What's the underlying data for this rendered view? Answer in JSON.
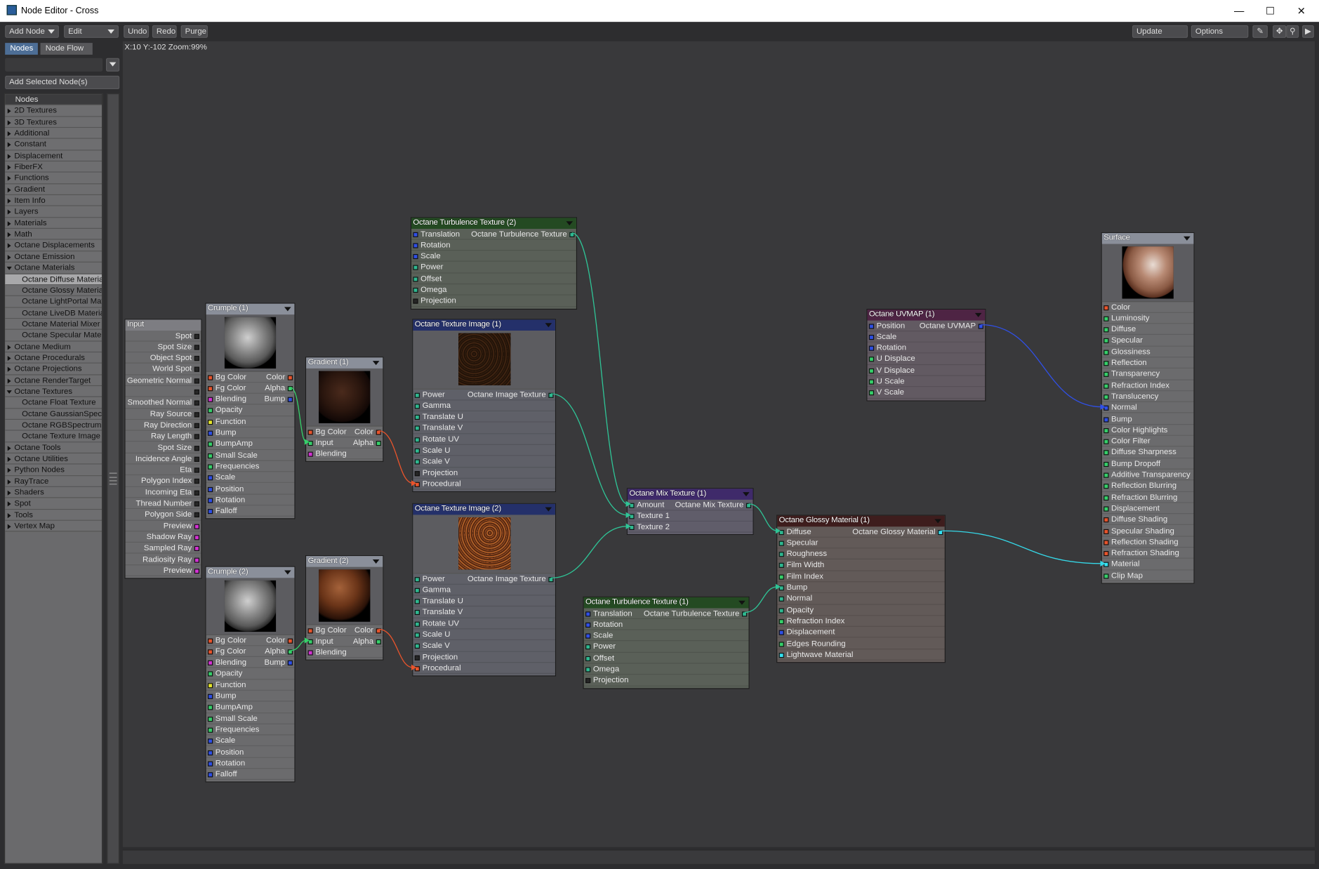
{
  "window": {
    "title": "Node Editor - Cross",
    "controls": [
      "minimize",
      "maximize",
      "close"
    ]
  },
  "toolbar": {
    "add_node": "Add Node",
    "edit": "Edit",
    "undo": "Undo",
    "redo": "Redo",
    "purge": "Purge",
    "update": "Update",
    "options": "Options"
  },
  "tabs": {
    "nodes": "Nodes",
    "node_flow": "Node Flow"
  },
  "sidebar": {
    "search_value": "",
    "add_selected": "Add Selected Node(s)",
    "header": "Nodes",
    "items": [
      {
        "label": "2D Textures",
        "type": "cat"
      },
      {
        "label": "3D Textures",
        "type": "cat"
      },
      {
        "label": "Additional",
        "type": "cat"
      },
      {
        "label": "Constant",
        "type": "cat"
      },
      {
        "label": "Displacement",
        "type": "cat"
      },
      {
        "label": "FiberFX",
        "type": "cat"
      },
      {
        "label": "Functions",
        "type": "cat"
      },
      {
        "label": "Gradient",
        "type": "cat"
      },
      {
        "label": "Item Info",
        "type": "cat"
      },
      {
        "label": "Layers",
        "type": "cat"
      },
      {
        "label": "Materials",
        "type": "cat"
      },
      {
        "label": "Math",
        "type": "cat"
      },
      {
        "label": "Octane Displacements",
        "type": "cat"
      },
      {
        "label": "Octane Emission",
        "type": "cat"
      },
      {
        "label": "Octane Materials",
        "type": "open"
      },
      {
        "label": "Octane Diffuse Material",
        "type": "sub",
        "selected": true
      },
      {
        "label": "Octane Glossy Material",
        "type": "sub"
      },
      {
        "label": "Octane LightPortal Material",
        "type": "sub"
      },
      {
        "label": "Octane LiveDB Material",
        "type": "sub"
      },
      {
        "label": "Octane Material Mixer",
        "type": "sub"
      },
      {
        "label": "Octane Specular Material",
        "type": "sub"
      },
      {
        "label": "Octane Medium",
        "type": "cat"
      },
      {
        "label": "Octane Procedurals",
        "type": "cat"
      },
      {
        "label": "Octane Projections",
        "type": "cat"
      },
      {
        "label": "Octane RenderTarget",
        "type": "cat"
      },
      {
        "label": "Octane Textures",
        "type": "open"
      },
      {
        "label": "Octane Float Texture",
        "type": "sub"
      },
      {
        "label": "Octane GaussianSpectrum Texture",
        "type": "sub"
      },
      {
        "label": "Octane RGBSpectrum Texture",
        "type": "sub"
      },
      {
        "label": "Octane Texture Image",
        "type": "sub"
      },
      {
        "label": "Octane Tools",
        "type": "cat"
      },
      {
        "label": "Octane Utilities",
        "type": "cat"
      },
      {
        "label": "Python Nodes",
        "type": "cat"
      },
      {
        "label": "RayTrace",
        "type": "cat"
      },
      {
        "label": "Shaders",
        "type": "cat"
      },
      {
        "label": "Spot",
        "type": "cat"
      },
      {
        "label": "Tools",
        "type": "cat"
      },
      {
        "label": "Vertex Map",
        "type": "cat"
      }
    ]
  },
  "status": {
    "coords": "X:10 Y:-102 Zoom:99%"
  },
  "port_colors": {
    "r": "#e8542c",
    "g": "#36d06a",
    "b": "#2f4fe6",
    "m": "#d431d4",
    "y": "#e6e62c",
    "t": "#2fb890",
    "d": "#262626",
    "c": "#35e2f2"
  },
  "nodes": [
    {
      "id": "input",
      "title": "Input",
      "header": "#7d7d82",
      "body": "#6b6b6d",
      "preview": "none",
      "inputs": [],
      "outputs": [
        {
          "label": "Spot",
          "c": "d"
        },
        {
          "label": "Spot Size",
          "c": "d"
        },
        {
          "label": "Object Spot",
          "c": "d"
        },
        {
          "label": "World Spot",
          "c": "d"
        },
        {
          "label": "Geometric Normal",
          "c": "d"
        },
        {
          "label": "",
          "c": "d"
        },
        {
          "label": "Smoothed Normal",
          "c": "d"
        },
        {
          "label": "Ray Source",
          "c": "d"
        },
        {
          "label": "Ray Direction",
          "c": "d"
        },
        {
          "label": "Ray Length",
          "c": "d"
        },
        {
          "label": "Spot Size",
          "c": "d"
        },
        {
          "label": "Incidence Angle",
          "c": "d"
        },
        {
          "label": "Eta",
          "c": "d"
        },
        {
          "label": "Polygon Index",
          "c": "d"
        },
        {
          "label": "Incoming Eta",
          "c": "d"
        },
        {
          "label": "Thread Number",
          "c": "d"
        },
        {
          "label": "Polygon Side",
          "c": "d"
        },
        {
          "label": "Preview",
          "c": "m"
        },
        {
          "label": "Shadow Ray",
          "c": "m"
        },
        {
          "label": "Sampled Ray",
          "c": "m"
        },
        {
          "label": "Radiosity Ray",
          "c": "m"
        },
        {
          "label": "Preview",
          "c": "m"
        }
      ]
    },
    {
      "id": "crumple1",
      "title": "Crumple (1)",
      "header": "#8a8f9a",
      "body": "#6b6b6d",
      "preview": "sphere-gray",
      "inputs": [
        {
          "label": "Bg Color",
          "c": "r"
        },
        {
          "label": "Fg Color",
          "c": "r"
        },
        {
          "label": "Blending",
          "c": "m"
        },
        {
          "label": "Opacity",
          "c": "g"
        },
        {
          "label": "Function",
          "c": "y"
        },
        {
          "label": "Bump",
          "c": "b"
        },
        {
          "label": "BumpAmp",
          "c": "g"
        },
        {
          "label": "Small Scale",
          "c": "g"
        },
        {
          "label": "Frequencies",
          "c": "g"
        },
        {
          "label": "Scale",
          "c": "b"
        },
        {
          "label": "Position",
          "c": "b"
        },
        {
          "label": "Rotation",
          "c": "b"
        },
        {
          "label": "Falloff",
          "c": "b"
        }
      ],
      "outputs": [
        {
          "label": "Color",
          "c": "r"
        },
        {
          "label": "Alpha",
          "c": "g"
        },
        {
          "label": "Bump",
          "c": "b"
        }
      ]
    },
    {
      "id": "crumple2",
      "title": "Crumple (2)",
      "header": "#8a8f9a",
      "body": "#6b6b6d",
      "preview": "sphere-gray",
      "inputs": [
        {
          "label": "Bg Color",
          "c": "r"
        },
        {
          "label": "Fg Color",
          "c": "r"
        },
        {
          "label": "Blending",
          "c": "m"
        },
        {
          "label": "Opacity",
          "c": "g"
        },
        {
          "label": "Function",
          "c": "y"
        },
        {
          "label": "Bump",
          "c": "b"
        },
        {
          "label": "BumpAmp",
          "c": "g"
        },
        {
          "label": "Small Scale",
          "c": "g"
        },
        {
          "label": "Frequencies",
          "c": "g"
        },
        {
          "label": "Scale",
          "c": "b"
        },
        {
          "label": "Position",
          "c": "b"
        },
        {
          "label": "Rotation",
          "c": "b"
        },
        {
          "label": "Falloff",
          "c": "b"
        }
      ],
      "outputs": [
        {
          "label": "Color",
          "c": "r"
        },
        {
          "label": "Alpha",
          "c": "g"
        },
        {
          "label": "Bump",
          "c": "b"
        }
      ]
    },
    {
      "id": "gradient1",
      "title": "Gradient (1)",
      "header": "#8a8f9a",
      "body": "#6b6b6d",
      "preview": "sphere-dark",
      "inputs": [
        {
          "label": "Bg Color",
          "c": "r"
        },
        {
          "label": "Input",
          "c": "g"
        },
        {
          "label": "Blending",
          "c": "m"
        }
      ],
      "outputs": [
        {
          "label": "Color",
          "c": "r"
        },
        {
          "label": "Alpha",
          "c": "g"
        }
      ]
    },
    {
      "id": "gradient2",
      "title": "Gradient (2)",
      "header": "#8a8f9a",
      "body": "#6b6b6d",
      "preview": "sphere-brown",
      "inputs": [
        {
          "label": "Bg Color",
          "c": "r"
        },
        {
          "label": "Input",
          "c": "g"
        },
        {
          "label": "Blending",
          "c": "m"
        }
      ],
      "outputs": [
        {
          "label": "Color",
          "c": "r"
        },
        {
          "label": "Alpha",
          "c": "g"
        }
      ]
    },
    {
      "id": "turb2",
      "title": "Octane Turbulence Texture (2)",
      "header": "#244a22",
      "body": "#5a6058",
      "preview": "none",
      "inputs": [
        {
          "label": "Translation",
          "c": "b"
        },
        {
          "label": "Rotation",
          "c": "b"
        },
        {
          "label": "Scale",
          "c": "b"
        },
        {
          "label": "Power",
          "c": "t"
        },
        {
          "label": "Offset",
          "c": "t"
        },
        {
          "label": "Omega",
          "c": "t"
        },
        {
          "label": "Projection",
          "c": "d"
        }
      ],
      "outputs": [
        {
          "label": "Octane Turbulence Texture",
          "c": "t"
        }
      ]
    },
    {
      "id": "teximg1",
      "title": "Octane Texture Image (1)",
      "header": "#24306a",
      "body": "#5f6068",
      "preview": "texture-dark",
      "inputs": [
        {
          "label": "Power",
          "c": "t"
        },
        {
          "label": "Gamma",
          "c": "t"
        },
        {
          "label": "Translate U",
          "c": "t"
        },
        {
          "label": "Translate V",
          "c": "t"
        },
        {
          "label": "Rotate UV",
          "c": "t"
        },
        {
          "label": "Scale U",
          "c": "t"
        },
        {
          "label": "Scale V",
          "c": "t"
        },
        {
          "label": "Projection",
          "c": "d"
        },
        {
          "label": "Procedural",
          "c": "r"
        }
      ],
      "outputs": [
        {
          "label": "Octane Image Texture",
          "c": "t"
        }
      ]
    },
    {
      "id": "teximg2",
      "title": "Octane Texture Image (2)",
      "header": "#24306a",
      "body": "#5f6068",
      "preview": "texture-bright",
      "inputs": [
        {
          "label": "Power",
          "c": "t"
        },
        {
          "label": "Gamma",
          "c": "t"
        },
        {
          "label": "Translate U",
          "c": "t"
        },
        {
          "label": "Translate V",
          "c": "t"
        },
        {
          "label": "Rotate UV",
          "c": "t"
        },
        {
          "label": "Scale U",
          "c": "t"
        },
        {
          "label": "Scale V",
          "c": "t"
        },
        {
          "label": "Projection",
          "c": "d"
        },
        {
          "label": "Procedural",
          "c": "r"
        }
      ],
      "outputs": [
        {
          "label": "Octane Image Texture",
          "c": "t"
        }
      ]
    },
    {
      "id": "mix",
      "title": "Octane Mix Texture (1)",
      "header": "#3f2a6a",
      "body": "#605d6a",
      "preview": "none",
      "inputs": [
        {
          "label": "Amount",
          "c": "t"
        },
        {
          "label": "Texture 1",
          "c": "t"
        },
        {
          "label": "Texture 2",
          "c": "t"
        }
      ],
      "outputs": [
        {
          "label": "Octane Mix Texture",
          "c": "t"
        }
      ]
    },
    {
      "id": "turb1",
      "title": "Octane Turbulence Texture (1)",
      "header": "#244a22",
      "body": "#5a6058",
      "preview": "none",
      "inputs": [
        {
          "label": "Translation",
          "c": "b"
        },
        {
          "label": "Rotation",
          "c": "b"
        },
        {
          "label": "Scale",
          "c": "b"
        },
        {
          "label": "Power",
          "c": "t"
        },
        {
          "label": "Offset",
          "c": "t"
        },
        {
          "label": "Omega",
          "c": "t"
        },
        {
          "label": "Projection",
          "c": "d"
        }
      ],
      "outputs": [
        {
          "label": "Octane Turbulence Texture",
          "c": "t"
        }
      ]
    },
    {
      "id": "uvmap",
      "title": "Octane UVMAP (1)",
      "header": "#4e2444",
      "body": "#625a62",
      "preview": "none",
      "inputs": [
        {
          "label": "Position",
          "c": "b"
        },
        {
          "label": "Scale",
          "c": "b"
        },
        {
          "label": "Rotation",
          "c": "b"
        },
        {
          "label": "U Displace",
          "c": "g"
        },
        {
          "label": "V Displace",
          "c": "g"
        },
        {
          "label": "U Scale",
          "c": "g"
        },
        {
          "label": "V Scale",
          "c": "g"
        }
      ],
      "outputs": [
        {
          "label": "Octane UVMAP",
          "c": "b"
        }
      ]
    },
    {
      "id": "glossy",
      "title": "Octane Glossy Material (1)",
      "header": "#3e1d1d",
      "body": "#625a58",
      "preview": "none",
      "inputs": [
        {
          "label": "Diffuse",
          "c": "t"
        },
        {
          "label": "Specular",
          "c": "t"
        },
        {
          "label": "Roughness",
          "c": "t"
        },
        {
          "label": "Film Width",
          "c": "t"
        },
        {
          "label": "Film Index",
          "c": "g"
        },
        {
          "label": "Bump",
          "c": "t"
        },
        {
          "label": "Normal",
          "c": "t"
        },
        {
          "label": "Opacity",
          "c": "t"
        },
        {
          "label": "Refraction Index",
          "c": "g"
        },
        {
          "label": "Displacement",
          "c": "b"
        },
        {
          "label": "Edges Rounding",
          "c": "g"
        },
        {
          "label": "Lightwave Material",
          "c": "c"
        }
      ],
      "outputs": [
        {
          "label": "Octane Glossy Material",
          "c": "c"
        }
      ]
    },
    {
      "id": "surface",
      "title": "Surface",
      "header": "#8a8f9a",
      "body": "#6b6b6d",
      "preview": "surface",
      "inputs": [
        {
          "label": "Color",
          "c": "r"
        },
        {
          "label": "Luminosity",
          "c": "g"
        },
        {
          "label": "Diffuse",
          "c": "g"
        },
        {
          "label": "Specular",
          "c": "g"
        },
        {
          "label": "Glossiness",
          "c": "g"
        },
        {
          "label": "Reflection",
          "c": "g"
        },
        {
          "label": "Transparency",
          "c": "g"
        },
        {
          "label": "Refraction Index",
          "c": "g"
        },
        {
          "label": "Translucency",
          "c": "g"
        },
        {
          "label": "Normal",
          "c": "b"
        },
        {
          "label": "Bump",
          "c": "b"
        },
        {
          "label": "Color Highlights",
          "c": "g"
        },
        {
          "label": "Color Filter",
          "c": "g"
        },
        {
          "label": "Diffuse Sharpness",
          "c": "g"
        },
        {
          "label": "Bump Dropoff",
          "c": "g"
        },
        {
          "label": "Additive Transparency",
          "c": "g"
        },
        {
          "label": "Reflection Blurring",
          "c": "g"
        },
        {
          "label": "Refraction Blurring",
          "c": "g"
        },
        {
          "label": "Displacement",
          "c": "g"
        },
        {
          "label": "Diffuse Shading",
          "c": "r"
        },
        {
          "label": "Specular Shading",
          "c": "r"
        },
        {
          "label": "Reflection Shading",
          "c": "r"
        },
        {
          "label": "Refraction Shading",
          "c": "r"
        },
        {
          "label": "Material",
          "c": "c"
        },
        {
          "label": "Clip Map",
          "c": "g"
        }
      ],
      "outputs": []
    }
  ],
  "links": [
    {
      "from": "crumple1",
      "out": 1,
      "to": "gradient1",
      "in": 1,
      "color": "#36d06a"
    },
    {
      "from": "crumple2",
      "out": 1,
      "to": "gradient2",
      "in": 1,
      "color": "#36d06a"
    },
    {
      "from": "gradient1",
      "out": 0,
      "to": "teximg1",
      "in": 8,
      "color": "#e8542c"
    },
    {
      "from": "gradient2",
      "out": 0,
      "to": "teximg2",
      "in": 8,
      "color": "#e8542c"
    },
    {
      "from": "turb2",
      "out": 0,
      "to": "mix",
      "in": 0,
      "color": "#2fc496"
    },
    {
      "from": "teximg1",
      "out": 0,
      "to": "mix",
      "in": 1,
      "color": "#2fc496"
    },
    {
      "from": "teximg2",
      "out": 0,
      "to": "mix",
      "in": 2,
      "color": "#2fc496"
    },
    {
      "from": "mix",
      "out": 0,
      "to": "glossy",
      "in": 0,
      "color": "#2fc496"
    },
    {
      "from": "turb1",
      "out": 0,
      "to": "glossy",
      "in": 5,
      "color": "#2fc496"
    },
    {
      "from": "uvmap",
      "out": 0,
      "to": "surface",
      "in": 9,
      "color": "#3050e8"
    },
    {
      "from": "glossy",
      "out": 0,
      "to": "surface",
      "in": 23,
      "color": "#35d8e8"
    }
  ]
}
